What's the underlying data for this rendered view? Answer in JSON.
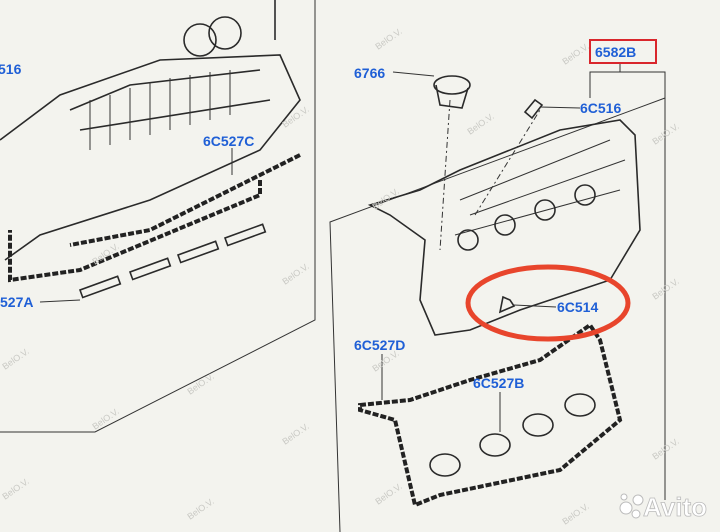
{
  "labels": {
    "left_516": "516",
    "left_6c527c": "6C527C",
    "left_527a": "527A",
    "p6766": "6766",
    "p6582b": "6582B",
    "p6c516": "6C516",
    "p6c514": "6C514",
    "p6c527d": "6C527D",
    "p6c527b": "6C527B"
  },
  "watermark": "BelO.V.",
  "logo": "Avito",
  "colors": {
    "label": "#1f5fd6",
    "highlight": "#e8452c",
    "box": "#d9262c"
  }
}
